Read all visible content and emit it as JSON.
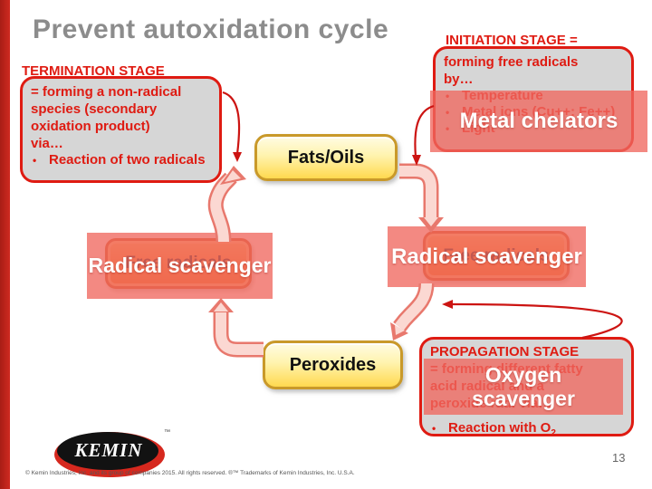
{
  "title": "Prevent autoxidation cycle",
  "page_number": "13",
  "footer": "© Kemin Industries, Inc. and its group of companies 2015. All rights reserved. ®™ Trademarks of Kemin Industries, Inc.  U.S.A.",
  "logo": {
    "text": "KEMIN",
    "tm": "™"
  },
  "glyphs": {
    "bullet": "•"
  },
  "colors": {
    "accent_red": "#df1b12",
    "left_bar": "#cf2a20",
    "title_gray": "#8c8c8c",
    "stage_fill": "#d6d6d6",
    "yellow_border": "#c9992a",
    "orange_border": "#d1571c",
    "overlay_salmon": "rgba(240,104,95,0.78)"
  },
  "termination": {
    "heading": "TERMINATION STAGE",
    "lines": [
      "= forming a non-radical",
      "species (secondary",
      "oxidation product)",
      "via…"
    ],
    "bullets": [
      "Reaction of two radicals"
    ]
  },
  "initiation": {
    "heading": "INITIATION STAGE =",
    "lines": [
      "forming free radicals",
      "by…"
    ],
    "bullets": [
      "Temperature",
      "Metal ions (Cu++; Fe++)",
      "Light"
    ],
    "overlay": "Metal chelators"
  },
  "propagation": {
    "heading": "PROPAGATION STAGE",
    "lines": [
      "= forming different fatty",
      "acid radical and a",
      "peroxide rad. via…"
    ],
    "bullet_main": "Reaction with O",
    "bullet_sub": "2",
    "overlay_line1": "Oxygen",
    "overlay_line2": "scavenger"
  },
  "cycle": {
    "fats_oils": "Fats/Oils",
    "free_radicals_left": "Free radicals",
    "free_radicals_right": "Free radicals",
    "peroxides": "Peroxides",
    "scavenger_left": "Radical scavenger",
    "scavenger_right": "Radical scavenger"
  }
}
